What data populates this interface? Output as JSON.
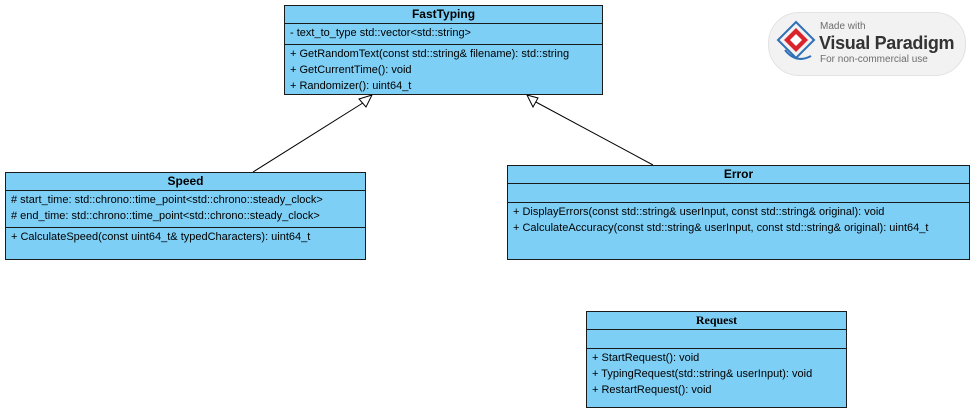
{
  "classes": {
    "fasttyping": {
      "name": "FastTyping",
      "attributes": [
        "- text_to_type  std::vector<std::string>"
      ],
      "operations": [
        "+ GetRandomText(const std::string& filename): std::string",
        "+ GetCurrentTime(): void",
        "+ Randomizer(): uint64_t"
      ]
    },
    "speed": {
      "name": "Speed",
      "attributes": [
        "# start_time: std::chrono::time_point<std::chrono::steady_clock>",
        "# end_time: std::chrono::time_point<std::chrono::steady_clock>"
      ],
      "operations": [
        "+ CalculateSpeed(const uint64_t& typedCharacters): uint64_t"
      ]
    },
    "error": {
      "name": "Error",
      "attributes": [],
      "operations": [
        "+ DisplayErrors(const std::string& userInput, const std::string& original): void",
        "+ CalculateAccuracy(const std::string& userInput, const std::string& original): uint64_t"
      ]
    },
    "request": {
      "name": "Request",
      "attributes": [],
      "operations": [
        "+ StartRequest(): void",
        "+ TypingRequest(std::string& userInput): void",
        "+ RestartRequest(): void"
      ]
    }
  },
  "watermark": {
    "line1": "Made with",
    "line2": "Visual Paradigm",
    "line3": "For non-commercial use"
  },
  "colors": {
    "class_fill": "#7ecff6",
    "border": "#1a1a1a",
    "edge": "#000000",
    "logo_red": "#d9232d",
    "logo_blue": "#2f6fb5"
  }
}
